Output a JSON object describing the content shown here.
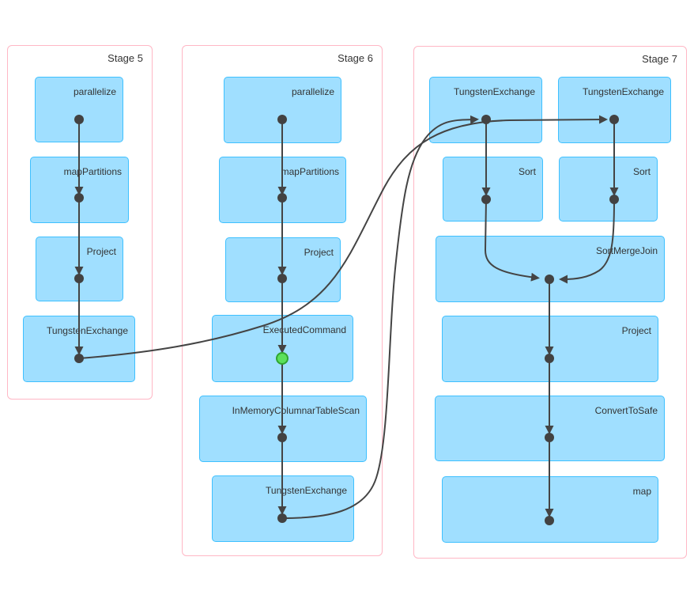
{
  "diagram": {
    "type": "spark-dag-visualization",
    "colors": {
      "node_fill": "#A0DFFF",
      "node_border": "#3EC0FF",
      "stage_border": "#FFB7C5",
      "stage_fill": "#FFFFFF",
      "edge": "#444444",
      "rdd_dot": "#424242",
      "cached_rdd_dot_fill": "#5CE05C",
      "cached_rdd_dot_border": "#30A530",
      "label_text": "#333333"
    },
    "stages": [
      {
        "label": "Stage 5",
        "nodes": [
          {
            "label": "parallelize"
          },
          {
            "label": "mapPartitions"
          },
          {
            "label": "Project"
          },
          {
            "label": "TungstenExchange"
          }
        ]
      },
      {
        "label": "Stage 6",
        "nodes": [
          {
            "label": "parallelize"
          },
          {
            "label": "mapPartitions"
          },
          {
            "label": "Project"
          },
          {
            "label": "ExecutedCommand",
            "cached": true
          },
          {
            "label": "InMemoryColumnarTableScan"
          },
          {
            "label": "TungstenExchange"
          }
        ]
      },
      {
        "label": "Stage 7",
        "nodes": [
          {
            "label": "TungstenExchange",
            "position": "left"
          },
          {
            "label": "TungstenExchange",
            "position": "right"
          },
          {
            "label": "Sort",
            "position": "left"
          },
          {
            "label": "Sort",
            "position": "right"
          },
          {
            "label": "SortMergeJoin"
          },
          {
            "label": "Project"
          },
          {
            "label": "ConvertToSafe"
          },
          {
            "label": "map"
          }
        ]
      }
    ],
    "edges": [
      {
        "from": "Stage 5/parallelize",
        "to": "Stage 5/mapPartitions"
      },
      {
        "from": "Stage 5/mapPartitions",
        "to": "Stage 5/Project"
      },
      {
        "from": "Stage 5/Project",
        "to": "Stage 5/TungstenExchange"
      },
      {
        "from": "Stage 5/TungstenExchange",
        "to": "Stage 7/TungstenExchange-right"
      },
      {
        "from": "Stage 6/parallelize",
        "to": "Stage 6/mapPartitions"
      },
      {
        "from": "Stage 6/mapPartitions",
        "to": "Stage 6/Project"
      },
      {
        "from": "Stage 6/Project",
        "to": "Stage 6/ExecutedCommand"
      },
      {
        "from": "Stage 6/ExecutedCommand",
        "to": "Stage 6/InMemoryColumnarTableScan"
      },
      {
        "from": "Stage 6/InMemoryColumnarTableScan",
        "to": "Stage 6/TungstenExchange"
      },
      {
        "from": "Stage 6/TungstenExchange",
        "to": "Stage 7/TungstenExchange-left"
      },
      {
        "from": "Stage 7/TungstenExchange-left",
        "to": "Stage 7/Sort-left"
      },
      {
        "from": "Stage 7/TungstenExchange-right",
        "to": "Stage 7/Sort-right"
      },
      {
        "from": "Stage 7/Sort-left",
        "to": "Stage 7/SortMergeJoin"
      },
      {
        "from": "Stage 7/Sort-right",
        "to": "Stage 7/SortMergeJoin"
      },
      {
        "from": "Stage 7/SortMergeJoin",
        "to": "Stage 7/Project"
      },
      {
        "from": "Stage 7/Project",
        "to": "Stage 7/ConvertToSafe"
      },
      {
        "from": "Stage 7/ConvertToSafe",
        "to": "Stage 7/map"
      }
    ]
  }
}
